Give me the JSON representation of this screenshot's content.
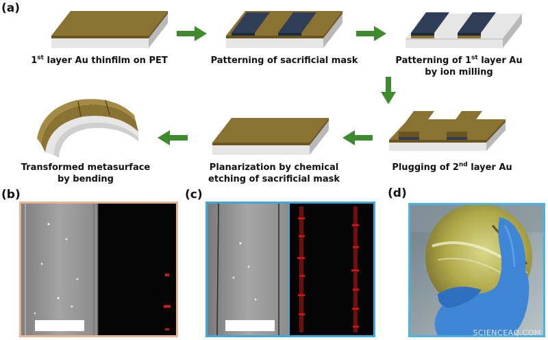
{
  "panel_labels": {
    "a": "(a)",
    "b": "(b)",
    "c": "(c)",
    "d": "(d)"
  },
  "steps": {
    "step1": {
      "pre": "1",
      "sup": "st",
      "post": " layer Au thinfilm on PET"
    },
    "step2": {
      "line1": "Patterning of sacrificial mask"
    },
    "step3": {
      "line1_pre": "Patterning of 1",
      "line1_sup": "st",
      "line1_post": " layer Au",
      "line2": "by ion milling"
    },
    "step4": {
      "pre": "Plugging of 2",
      "sup": "nd",
      "post": " layer Au"
    },
    "step5": {
      "line1": "Planarization by chemical",
      "line2": "etching of sacrificial mask"
    },
    "step6": {
      "line1": "Transformed metasurface",
      "line2": "by bending"
    }
  },
  "colors": {
    "gold_top": "#8a7232",
    "gold_side": "#6a5520",
    "substrate_top": "#e6e6e6",
    "substrate_side": "#b9b9b9",
    "mask_top": "#2f3e56",
    "mask_side": "#1f2a3b",
    "arrow": "#3f8a2c",
    "frame_b": "#e9b48e",
    "frame_c": "#3fa9d8",
    "frame_d": "#4fb3df"
  },
  "watermark": "SCIENCEAQ.COM"
}
